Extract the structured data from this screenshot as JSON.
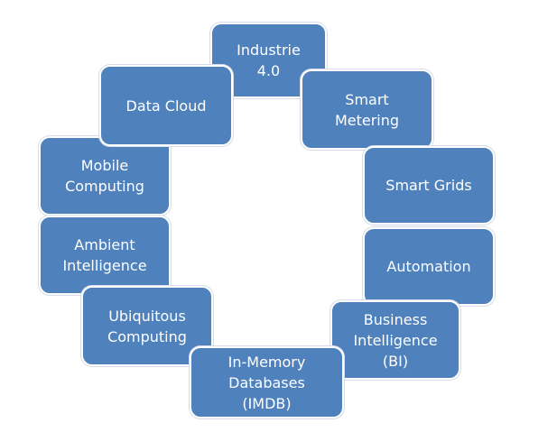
{
  "diagram": {
    "fill_color": "#4f81bd",
    "nodes": [
      {
        "label": "Industrie\n4.0"
      },
      {
        "label": "Smart\nMetering"
      },
      {
        "label": "Smart Grids"
      },
      {
        "label": "Automation"
      },
      {
        "label": "Business\nIntelligence\n(BI)"
      },
      {
        "label": "In-Memory\nDatabases\n(IMDB)"
      },
      {
        "label": "Ubiquitous\nComputing"
      },
      {
        "label": "Ambient\nIntelligence"
      },
      {
        "label": "Mobile\nComputing"
      },
      {
        "label": "Data Cloud"
      }
    ]
  }
}
